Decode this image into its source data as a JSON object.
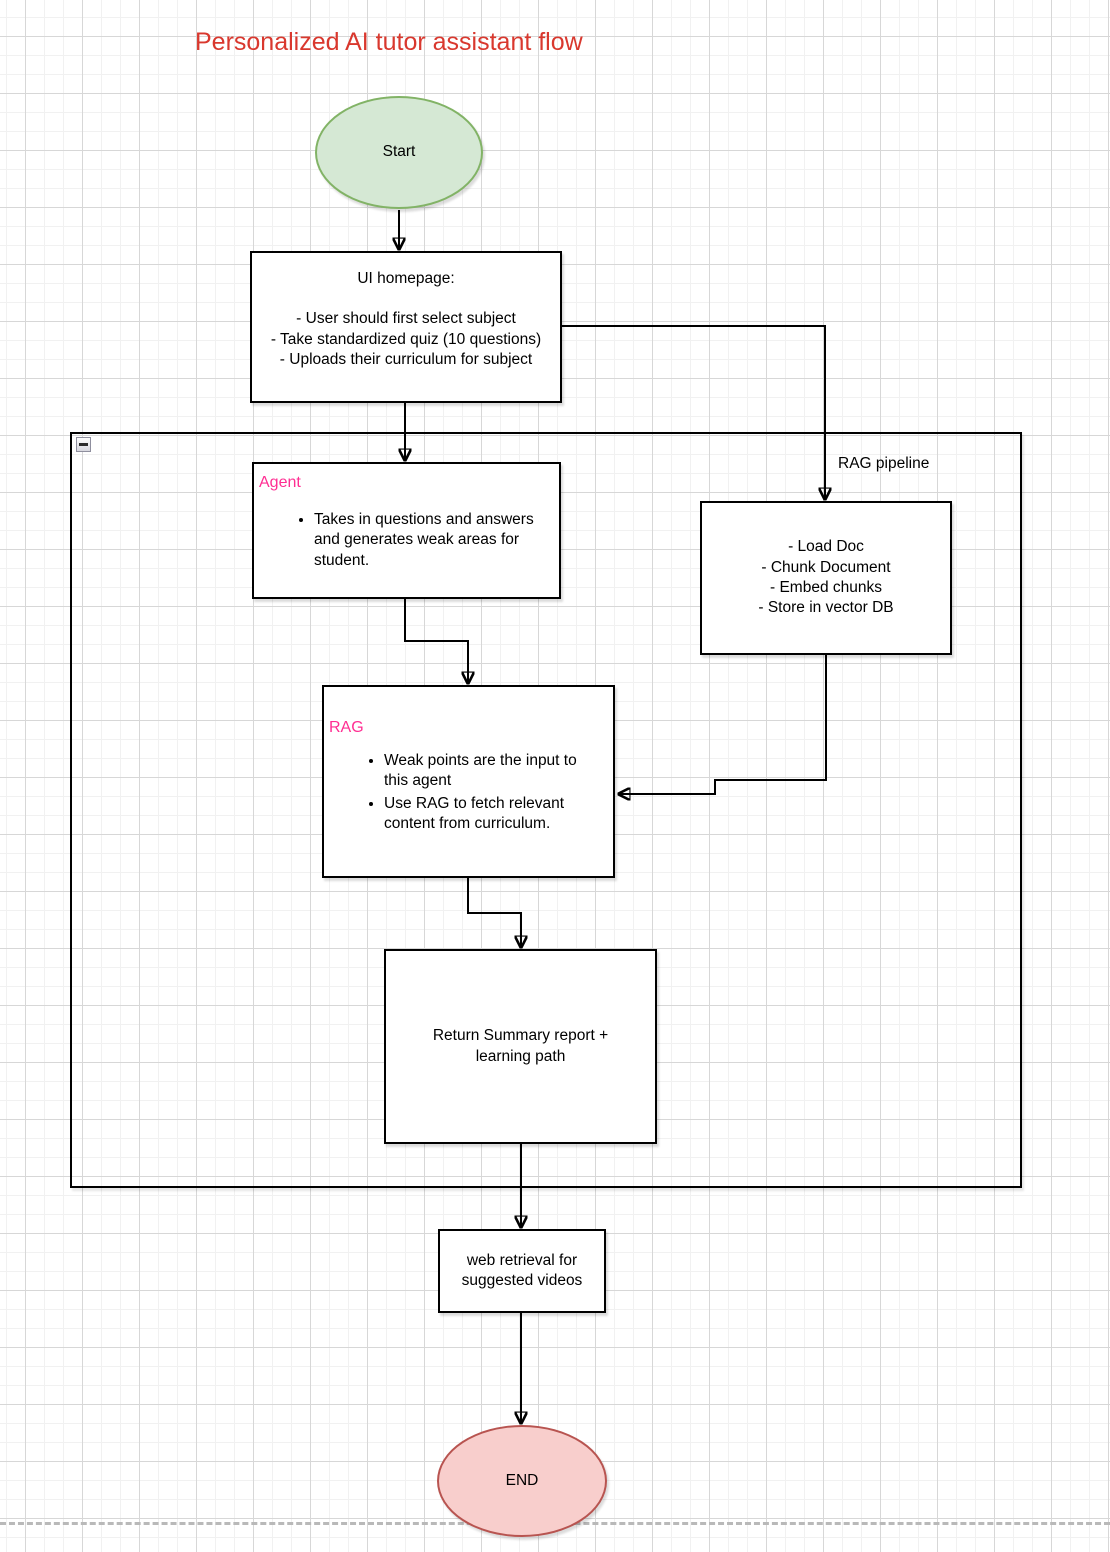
{
  "title": "Personalized AI tutor assistant flow",
  "colors": {
    "title_red": "#d9382e",
    "label_pink": "#ff2e92",
    "start_fill": "#d5e8d4",
    "start_stroke": "#82b366",
    "end_fill": "#f8cecc",
    "end_stroke": "#b85450",
    "shape_stroke": "#000000",
    "grid_major": "#d7d7d7",
    "grid_minor": "#f1f1f1",
    "page_divider": "#b9b9b9"
  },
  "nodes": {
    "start": {
      "label": "Start"
    },
    "ui_homepage": {
      "heading": "UI homepage:",
      "lines": [
        "- User should first select subject",
        "- Take standardized quiz (10 questions)",
        "- Uploads their curriculum for subject"
      ]
    },
    "agent": {
      "label": "Agent",
      "bullets": [
        "Takes in questions and answers and generates weak areas for student."
      ]
    },
    "load_doc": {
      "lines": [
        "- Load Doc",
        "- Chunk Document",
        "- Embed chunks",
        "- Store in vector DB"
      ]
    },
    "rag": {
      "label": "RAG",
      "bullets": [
        "Weak points are the input to this agent",
        "Use RAG to fetch relevant content from curriculum."
      ]
    },
    "return_summary": {
      "label": "Return Summary report + learning path"
    },
    "web_retrieval": {
      "label": "web retrieval for suggested videos"
    },
    "end": {
      "label": "END"
    }
  },
  "edges": {
    "rag_pipeline_label": "RAG pipeline"
  },
  "icons": {
    "collapse": "collapse-minus-icon"
  }
}
